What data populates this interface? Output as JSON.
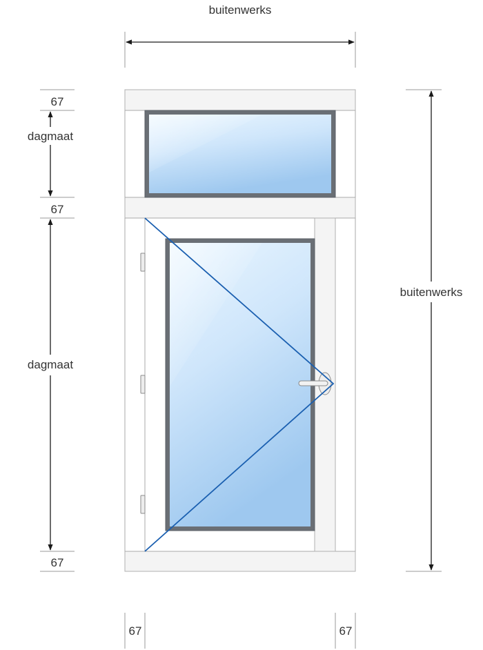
{
  "labels": {
    "overall_width": "buitenwerks",
    "overall_height": "buitenwerks",
    "top_frame": "67",
    "top_daylight": "dagmaat",
    "transom": "67",
    "door_daylight": "dagmaat",
    "bottom_frame": "67",
    "left_frame": "67",
    "right_frame": "67"
  },
  "colors": {
    "swing_line": "#1a5fb0",
    "glass_top": "#eaf6ff",
    "glass_bottom": "#9ec8ef"
  }
}
